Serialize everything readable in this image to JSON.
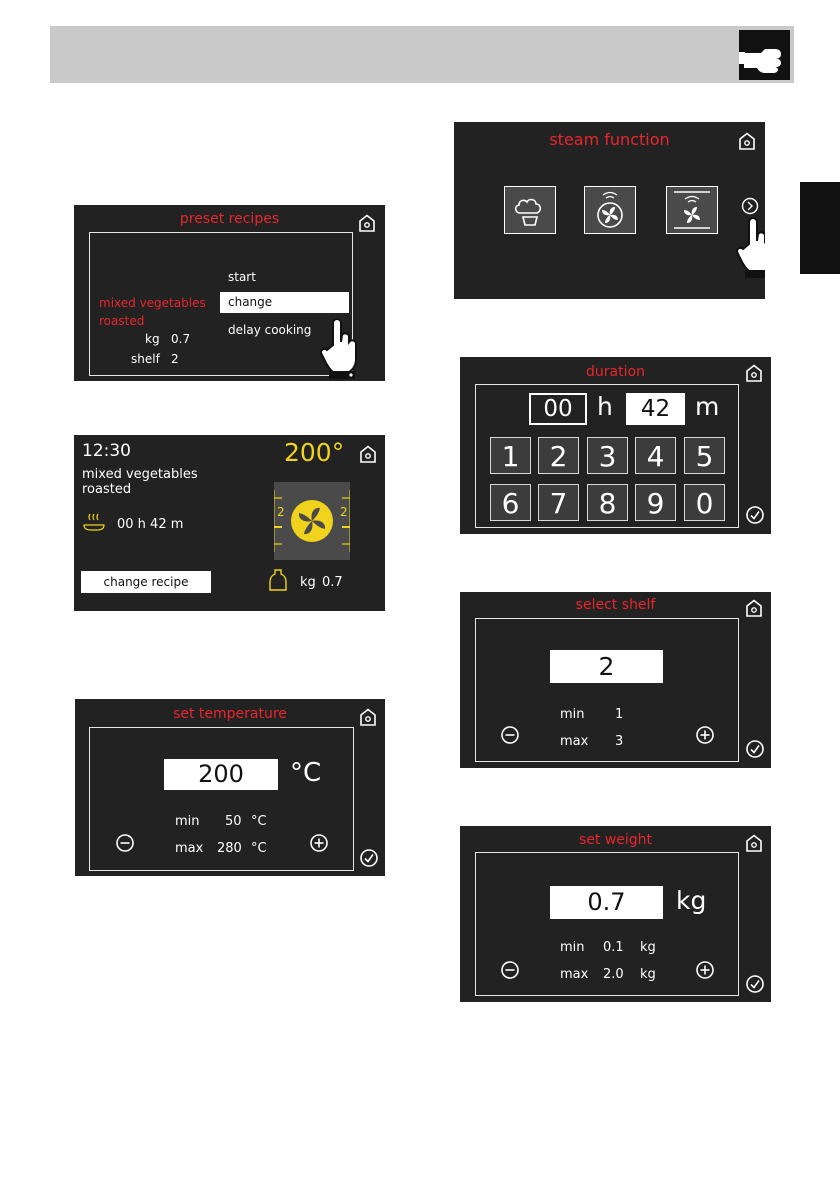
{
  "preset": {
    "title": "preset recipes",
    "menu": [
      "start",
      "change",
      "delay cooking"
    ],
    "selected_index": 1,
    "recipe_line1": "mixed vegetables",
    "recipe_line2": "roasted",
    "kg_label": "kg",
    "kg_value": "0.7",
    "shelf_label": "shelf",
    "shelf_value": "2"
  },
  "cooking": {
    "time": "12:30",
    "recipe_line1": "mixed vegetables",
    "recipe_line2": "roasted",
    "temperature": "200°",
    "duration": "00 h 42 m",
    "shelf_left": "2",
    "shelf_right": "2",
    "change_button": "change recipe",
    "weight_label": "kg",
    "weight_value": "0.7"
  },
  "temperature": {
    "title": "set temperature",
    "value": "200",
    "unit": "°C",
    "min_label": "min",
    "min_value": "50",
    "min_unit": "°C",
    "max_label": "max",
    "max_value": "280",
    "max_unit": "°C"
  },
  "steam": {
    "title": "steam function"
  },
  "duration": {
    "title": "duration",
    "hours": "00",
    "h_label": "h",
    "minutes": "42",
    "m_label": "m",
    "keys": [
      "1",
      "2",
      "3",
      "4",
      "5",
      "6",
      "7",
      "8",
      "9",
      "0"
    ]
  },
  "shelf": {
    "title": "select shelf",
    "value": "2",
    "min_label": "min",
    "min_value": "1",
    "max_label": "max",
    "max_value": "3"
  },
  "weight": {
    "title": "set weight",
    "value": "0.7",
    "unit": "kg",
    "min_label": "min",
    "min_value": "0.1",
    "min_unit": "kg",
    "max_label": "max",
    "max_value": "2.0",
    "max_unit": "kg"
  },
  "colors": {
    "accent_red": "#e8262d",
    "accent_yellow": "#f1d21c",
    "screen_bg": "#222222"
  }
}
